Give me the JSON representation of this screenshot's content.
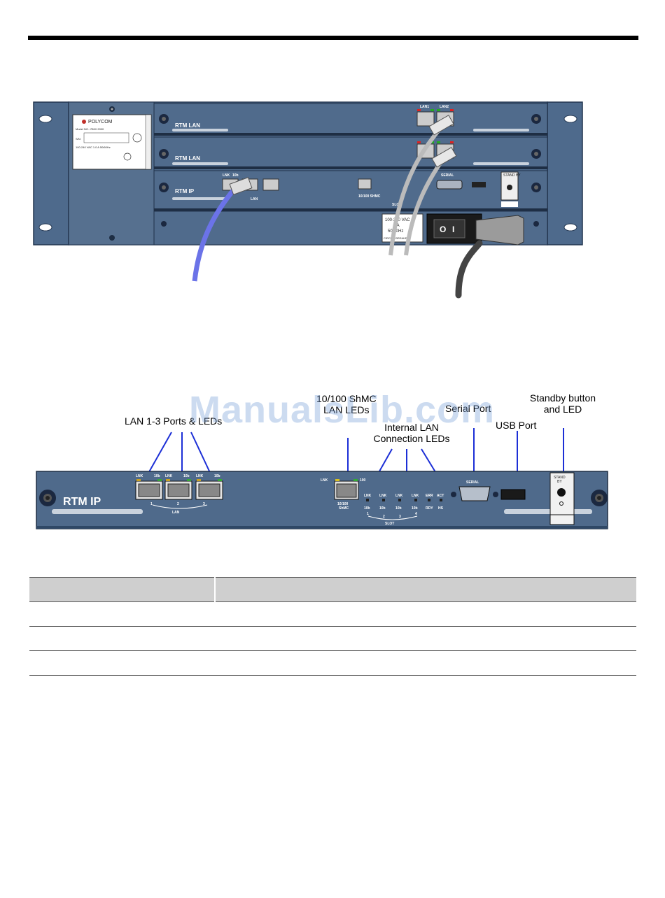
{
  "figure1": {
    "vendor_label": "POLYCOM",
    "model_text": "Model NO.: RMX 2000",
    "sn_label": "S/N:",
    "rating_text": "100-240 VAC  1.0 A  50/60Hz",
    "slot_labels": [
      "RTM LAN",
      "RTM LAN",
      "RTM IP"
    ],
    "port_labels": [
      "LAN1",
      "LAN2"
    ],
    "lan_led_labels": [
      "LNK",
      "10b"
    ],
    "lan_group_label": "LAN",
    "sm_label": "10/100\nSHMC",
    "slot_group": "SLOT",
    "serial_label": "SERIAL",
    "standby_label": "STAND BY",
    "power_text": [
      "100-240 VAC",
      "2 A",
      "50/60Hz",
      "CIRCUIT BREAKER"
    ],
    "switch_marks": [
      "O",
      "I"
    ]
  },
  "figure2": {
    "callouts": {
      "lan_ports": "LAN 1-3 Ports & LEDs",
      "shmc": [
        "10/100 ShMC",
        "LAN  LEDs"
      ],
      "internal": [
        "Internal LAN",
        "Connection LEDs"
      ],
      "serial": "Serial Port",
      "usb": "USB Port",
      "standby": [
        "Standby button",
        "and LED"
      ]
    },
    "panel_title": "RTM IP",
    "lan_led_labels": [
      "LNK",
      "10b"
    ],
    "lan_numbers": [
      "1",
      "2",
      "3"
    ],
    "lan_group_label": "LAN",
    "shmc_led": "LNK",
    "shmc_speed": "100",
    "shmc_label": [
      "10/100",
      "ShMC"
    ],
    "slot_led_labels": [
      "LNK",
      "10b"
    ],
    "slot_numbers": [
      "1",
      "2",
      "3",
      "4"
    ],
    "slot_group": "SLOT",
    "err_labels": [
      "ERR",
      "ACT",
      "RDY",
      "HS"
    ],
    "serial_label": "SERIAL",
    "standby_label": [
      "STAND",
      "BY"
    ]
  },
  "table": {
    "headers": [
      "",
      ""
    ],
    "rows": [
      [
        "",
        ""
      ],
      [
        "",
        ""
      ],
      [
        "",
        ""
      ]
    ]
  },
  "watermark": "ManualsLib.com",
  "colors": {
    "panel": "#4f6a8b",
    "panel_dark": "#2f4866",
    "callout_line": "#1c2fd6",
    "cable_blue": "#6b73e8",
    "cable_gray": "#b8b8b8",
    "header_gray": "#cfcfcf"
  }
}
